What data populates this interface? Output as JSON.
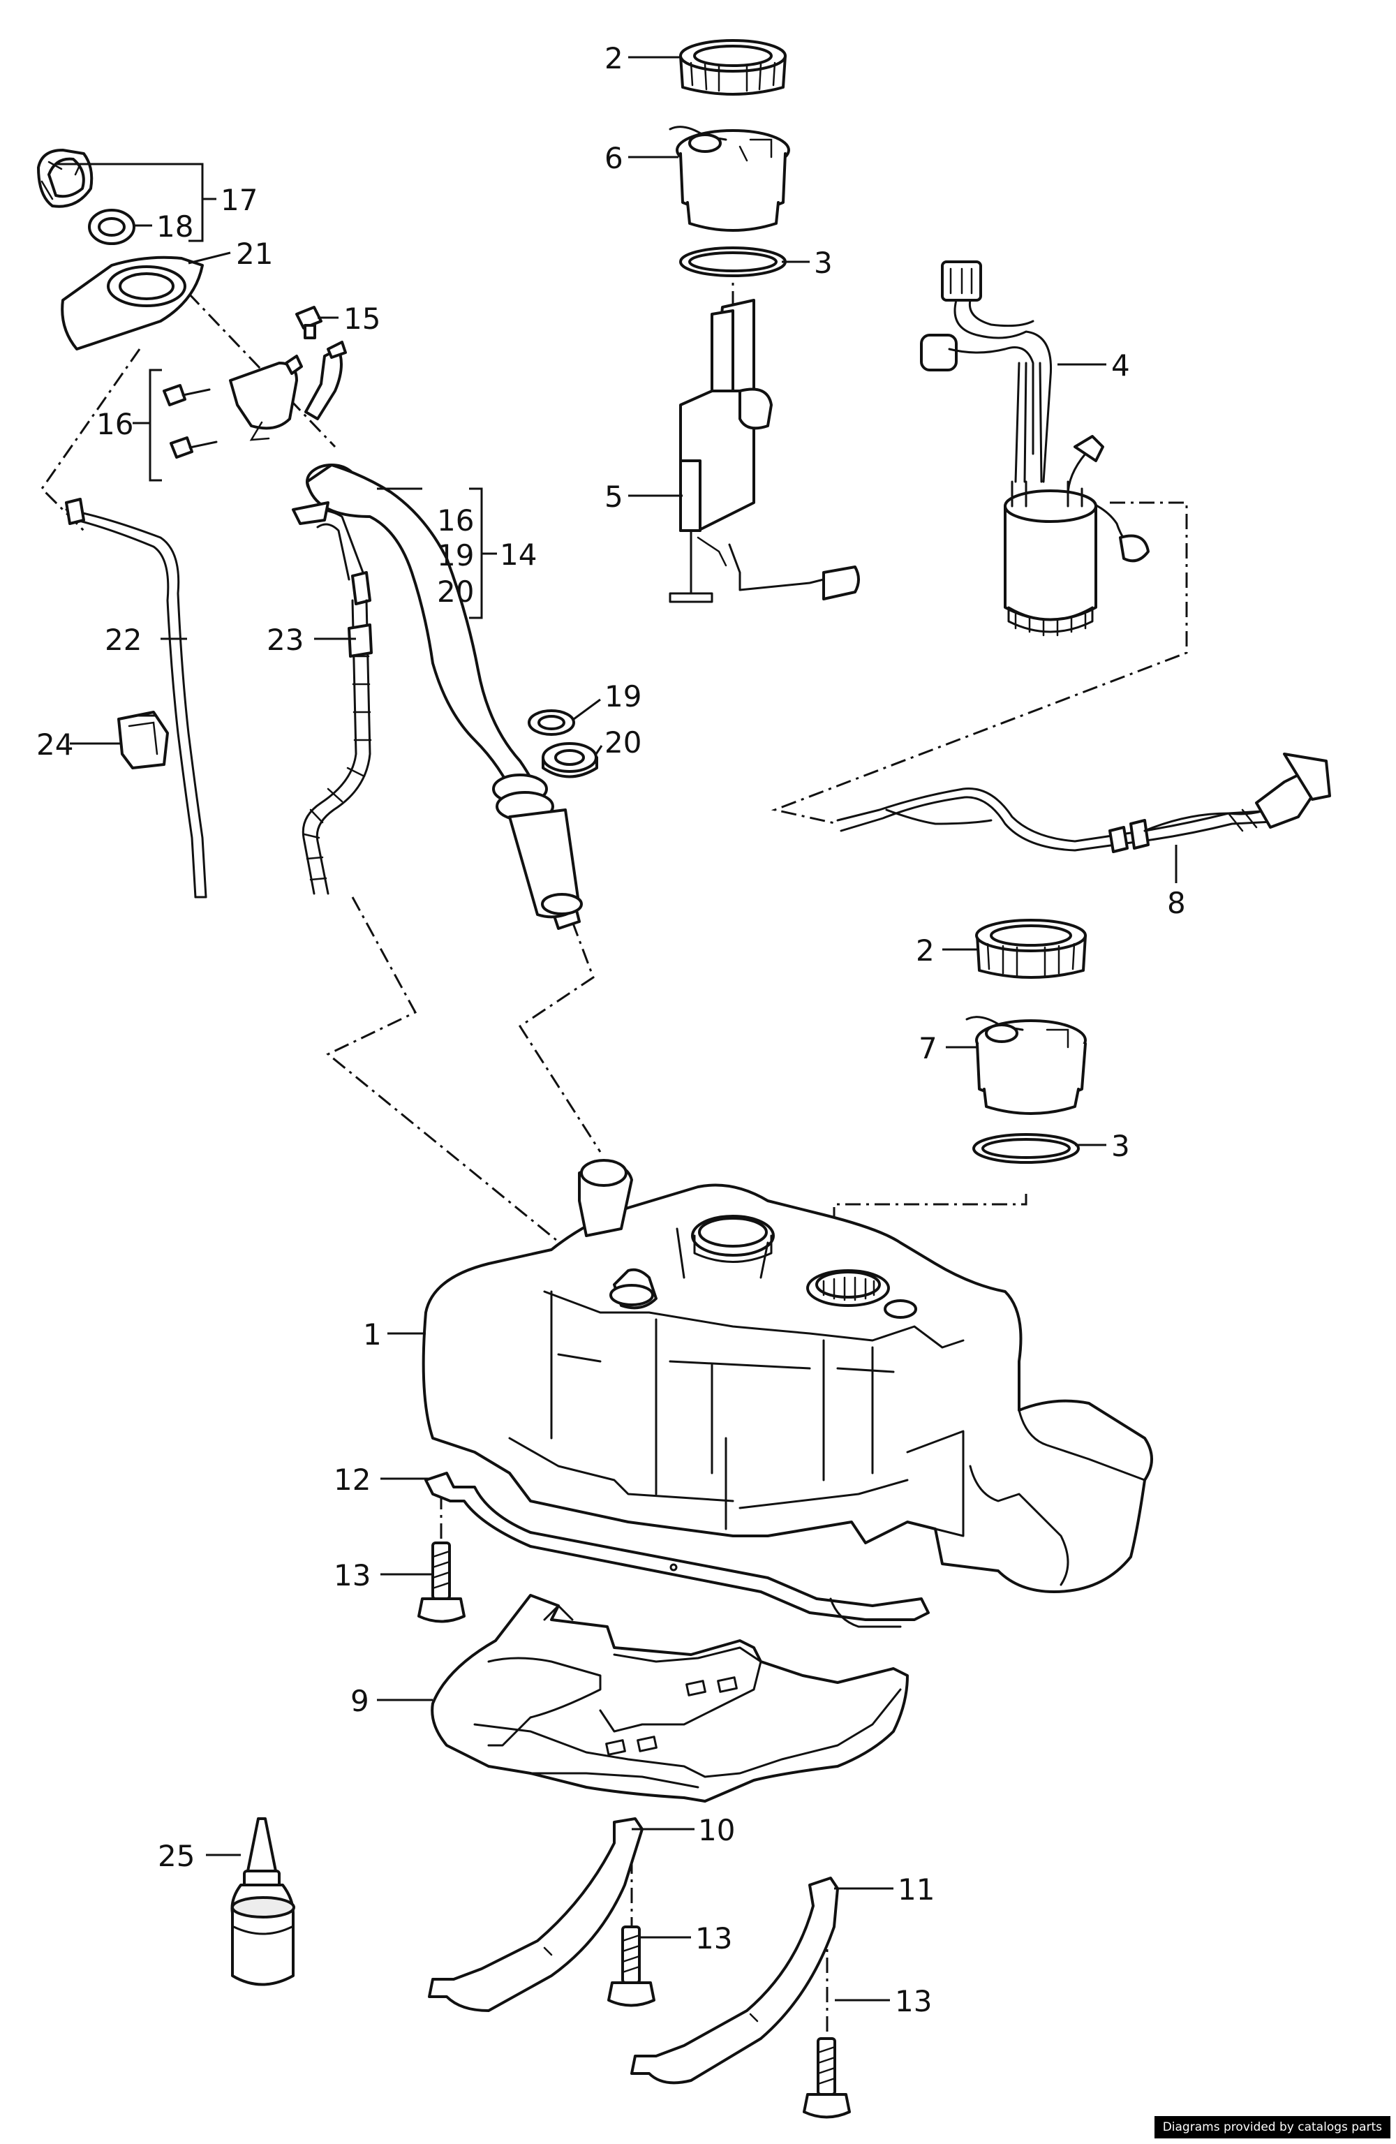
{
  "diagram": {
    "callouts": {
      "c1": "1",
      "c2a": "2",
      "c2b": "2",
      "c3a": "3",
      "c3b": "3",
      "c4": "4",
      "c5": "5",
      "c6": "6",
      "c7": "7",
      "c8": "8",
      "c9": "9",
      "c10": "10",
      "c11": "11",
      "c12": "12",
      "c13a": "13",
      "c13b": "13",
      "c13c": "13",
      "c14": "14",
      "c15": "15",
      "c16a": "16",
      "c16b": "16",
      "c17": "17",
      "c18": "18",
      "c19a": "19",
      "c19b": "19",
      "c20a": "20",
      "c20b": "20",
      "c21": "21",
      "c22": "22",
      "c23": "23",
      "c24": "24",
      "c25": "25"
    },
    "credit": "Diagrams provided by catalogs parts"
  }
}
